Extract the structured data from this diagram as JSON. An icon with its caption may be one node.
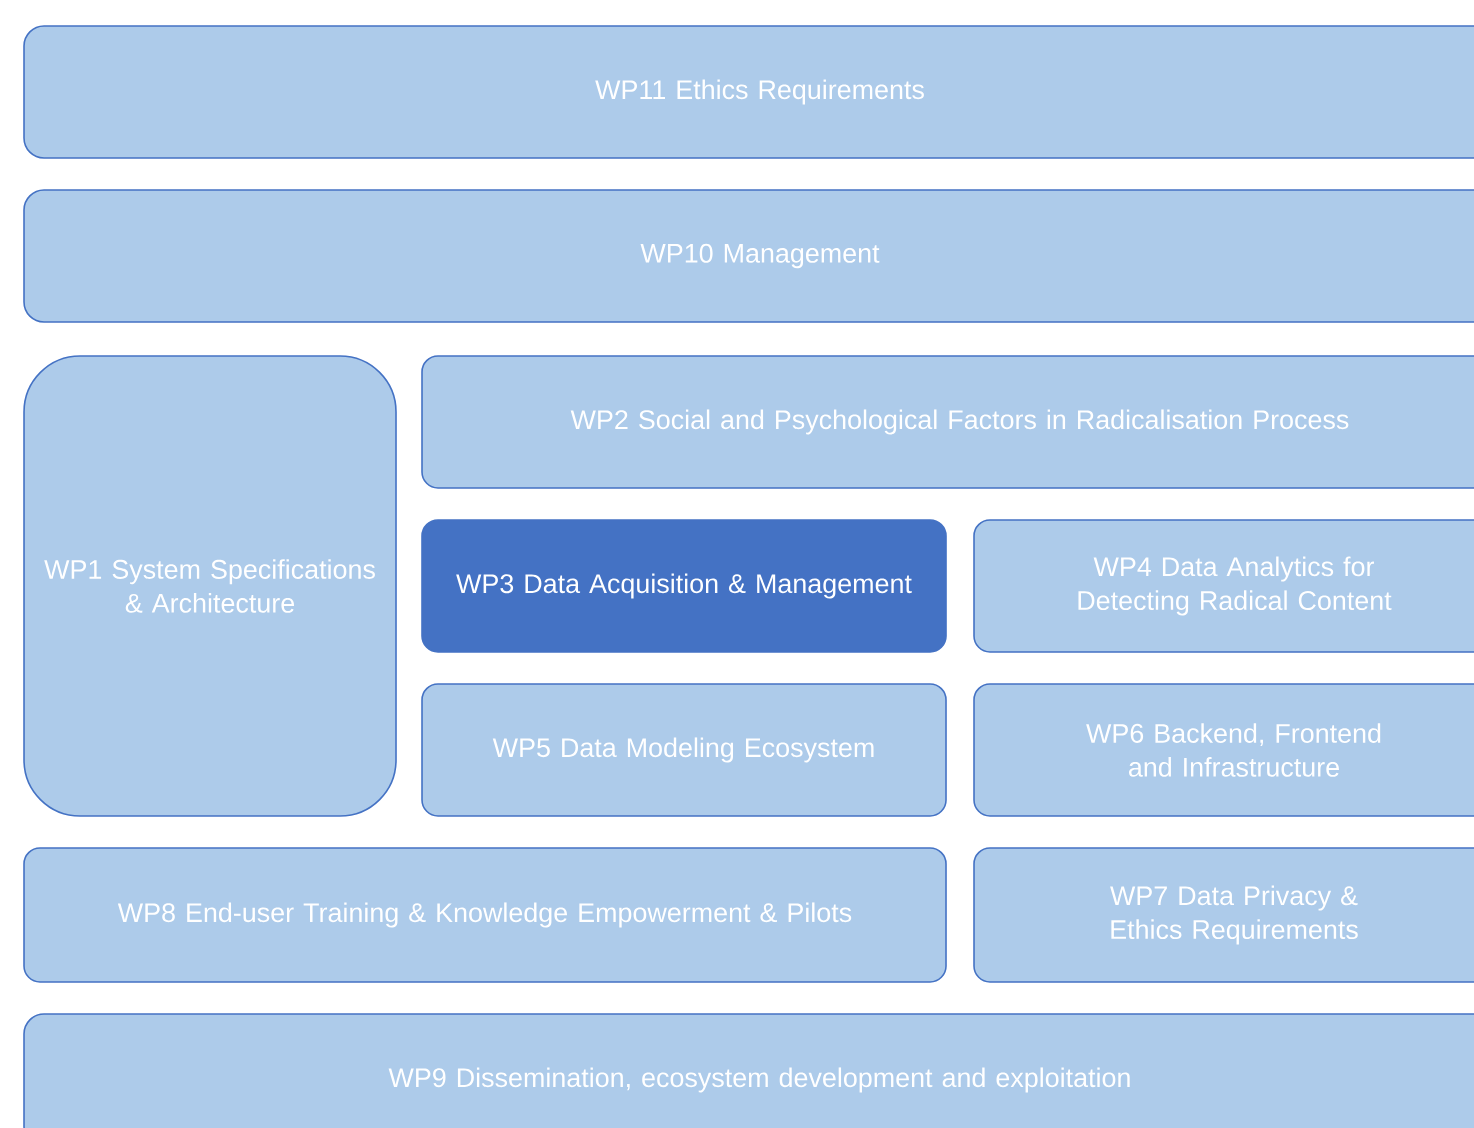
{
  "diagram": {
    "nodes": [
      {
        "text": [
          "WP11 Ethics Requirements"
        ]
      },
      {
        "text": [
          "WP10 Management"
        ]
      },
      {
        "text": [
          "WP1 System Specifications & Architecture"
        ]
      },
      {
        "text": [
          "WP2 Social and Psychological Factors in Radicalisation Process"
        ]
      },
      {
        "text": [
          "WP3 Data Acquisition & Management"
        ]
      },
      {
        "text": [
          "WP4 Data Analytics for Detecting Radical Content"
        ]
      },
      {
        "text": [
          "WP5 Data Modeling Ecosystem"
        ]
      },
      {
        "text": [
          "WP6 Backend, Frontend and Infrastructure"
        ]
      },
      {
        "text": [
          "WP8 End-user Training & Knowledge Empowerment & Pilots"
        ]
      },
      {
        "text": [
          "WP7 Data Privacy & Ethics Requirements"
        ]
      },
      {
        "text": [
          "WP9 Dissemination, ecosystem development and exploitation"
        ]
      }
    ]
  }
}
